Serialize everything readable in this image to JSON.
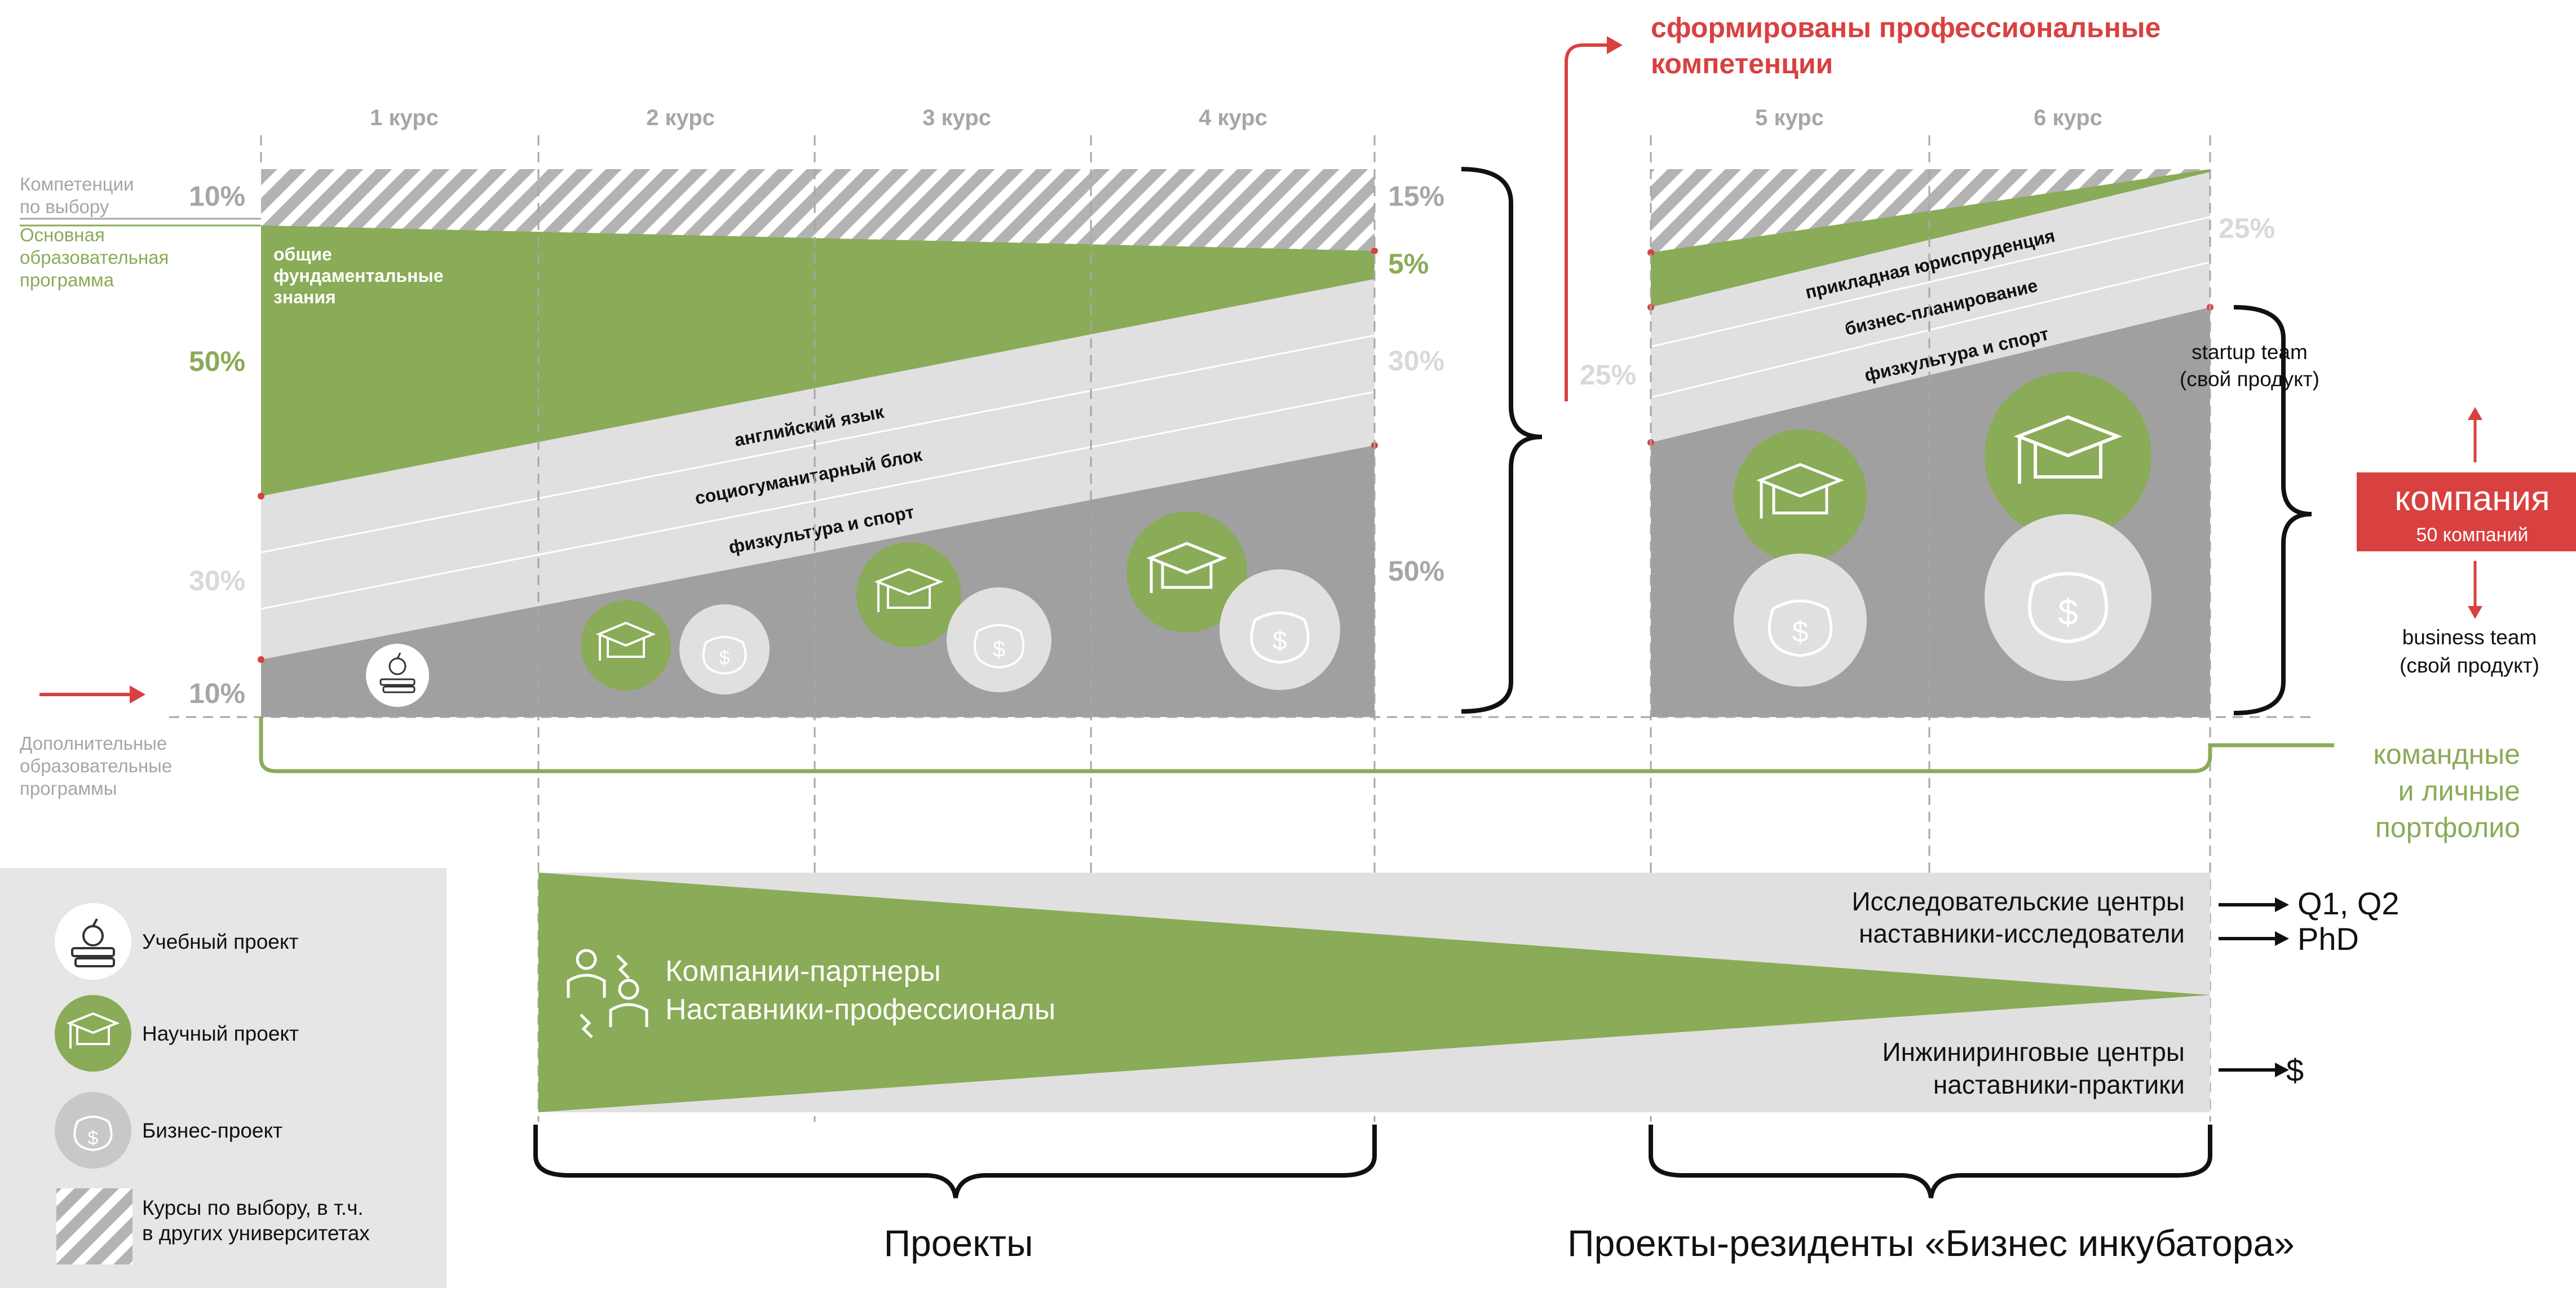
{
  "header": {
    "red_title_line1": "сформированы профессиональные",
    "red_title_line2": "компетенции"
  },
  "years": [
    "1 курс",
    "2 курс",
    "3 курс",
    "4 курс",
    "5 курс",
    "6 курс"
  ],
  "left_labels": {
    "elective_line1": "Компетенции",
    "elective_line2": "по выбору",
    "main_line1": "Основная",
    "main_line2": "образовательная",
    "main_line3": "программа",
    "additional_line1": "Дополнительные",
    "additional_line2": "образовательные",
    "additional_line3": "программы"
  },
  "percentages": {
    "left_top": "10%",
    "left_green": "50%",
    "left_gray": "30%",
    "left_bottom": "10%",
    "right_top": "15%",
    "right_green": "5%",
    "right_gray": "30%",
    "right_dark": "50%",
    "middle": "25%",
    "grad_right": "25%"
  },
  "bands": {
    "fundamental_line1": "общие",
    "fundamental_line2": "фундаментальные",
    "fundamental_line3": "знания",
    "english": "английский язык",
    "socio": "социогуманитарный блок",
    "sport": "физкультура и спорт",
    "law": "прикладная юриспруденция",
    "business_planning": "бизнес-планирование",
    "sport2": "физкультура и спорт"
  },
  "company": {
    "startup_line1": "startup team",
    "startup_line2": "(свой продукт)",
    "title": "компания",
    "subtitle": "50 компаний",
    "business_line1": "business team",
    "business_line2": "(свой продукт)"
  },
  "portfolio": {
    "line1": "командные",
    "line2": "и личные",
    "line3": "портфолио"
  },
  "projects_strip": {
    "partners_line1": "Компании-партнеры",
    "partners_line2": "Наставники-профессионалы",
    "research_line1": "Исследовательские центры",
    "research_line2": "наставники-исследователи",
    "engineering_line1": "Инжиниринговые центры",
    "engineering_line2": "наставники-практики",
    "out_q": "Q1, Q2",
    "out_phd": "PhD",
    "out_money": "$"
  },
  "bottom_labels": {
    "projects": "Проекты",
    "incubator": "Проекты-резиденты «Бизнес инкубатора»"
  },
  "legend": {
    "study": "Учебный проект",
    "science": "Научный проект",
    "business": "Бизнес-проект",
    "electives_line1": "Курсы по выбору, в т.ч.",
    "electives_line2": "в других университетах"
  },
  "colors": {
    "green": "#8aab57",
    "light_gray": "#e0e0e0",
    "mid_gray": "#a6a6a6",
    "dark_gray": "#a0a0a0",
    "red": "#d94040",
    "panel": "#e6e6e6"
  }
}
